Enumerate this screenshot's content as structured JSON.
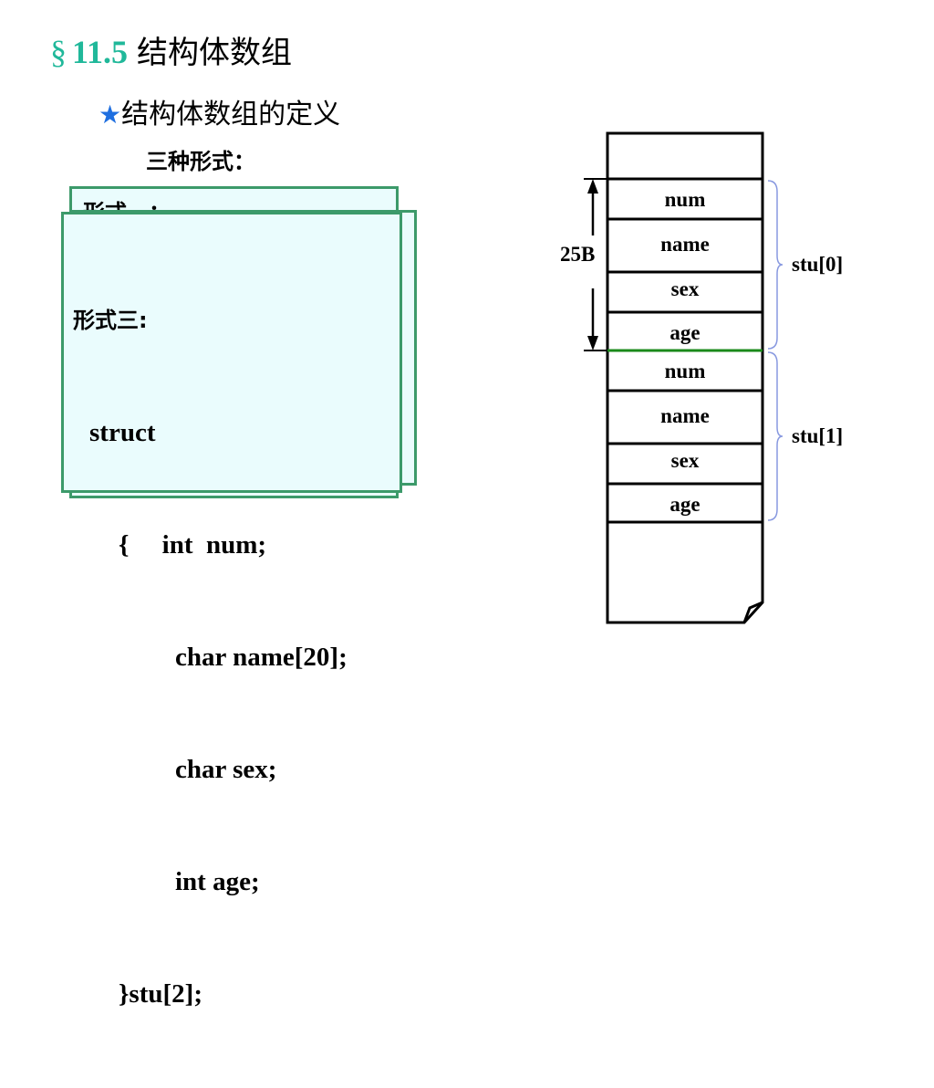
{
  "slide": {
    "section_symbol": "§",
    "section_number": "11.5",
    "title": "结构体数组",
    "subtitle_star": "★",
    "subtitle": "结构体数组的定义",
    "forms_label": "三种形式："
  },
  "card_back": {
    "peek_label": "形式一："
  },
  "card_front": {
    "lines": [
      "形式三:",
      "struct",
      "{     int  num;",
      "char name[20];",
      "char sex;",
      "int age;",
      "}stu[2];"
    ]
  },
  "memory": {
    "fields_0": [
      "num",
      "name",
      "sex",
      "age"
    ],
    "fields_1": [
      "num",
      "name",
      "sex",
      "age"
    ],
    "size_label": "25B",
    "group_0_label": "stu[0]",
    "group_1_label": "stu[1]",
    "colors": {
      "boundary": "#1a8a1a",
      "brace": "#8899e0"
    }
  }
}
